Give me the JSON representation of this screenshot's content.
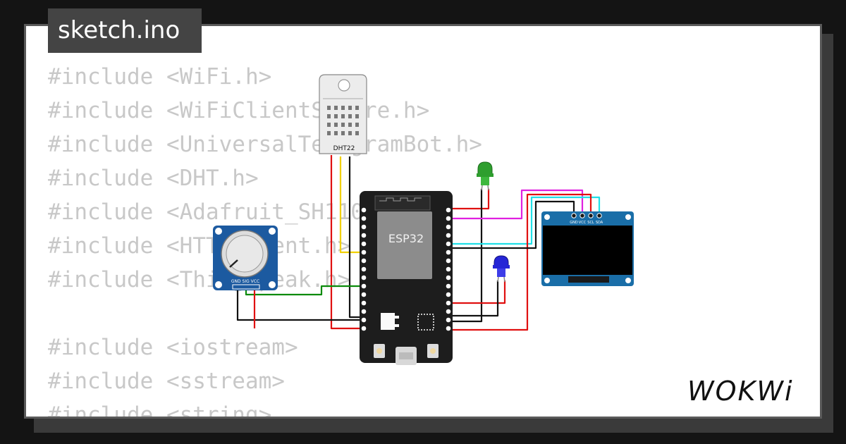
{
  "file_tab": {
    "label": "sketch.ino"
  },
  "code_lines": [
    "#include <WiFi.h>",
    "#include <WiFiClientSecure.h>",
    "#include <UniversalTelegramBot.h>",
    "#include <DHT.h>",
    "#include <Adafruit_SH1106.h>",
    "#include <HTTPClient.h>",
    "#include <ThingSpeak.h>",
    "",
    "#include <iostream>",
    "#include <sstream>",
    "#include <string>"
  ],
  "components": {
    "dht22": {
      "label": "DHT22"
    },
    "esp32": {
      "label": "ESP32"
    },
    "potentiometer": {
      "pins": "GND SIG VCC"
    },
    "oled": {
      "pin_gnd": "GND",
      "pin_vcc": "VCC",
      "pin_scl": "SCL",
      "pin_sda": "SDA"
    },
    "led_green": {
      "color": "#2e9e2e"
    },
    "led_blue": {
      "color": "#2525d6"
    }
  },
  "wire_colors": {
    "red": "#e01010",
    "black": "#111111",
    "yellow": "#f0d000",
    "green": "#0a8a0a",
    "magenta": "#e020e0",
    "cyan": "#20e0e8"
  },
  "brand": {
    "logo": "WOKWi"
  }
}
